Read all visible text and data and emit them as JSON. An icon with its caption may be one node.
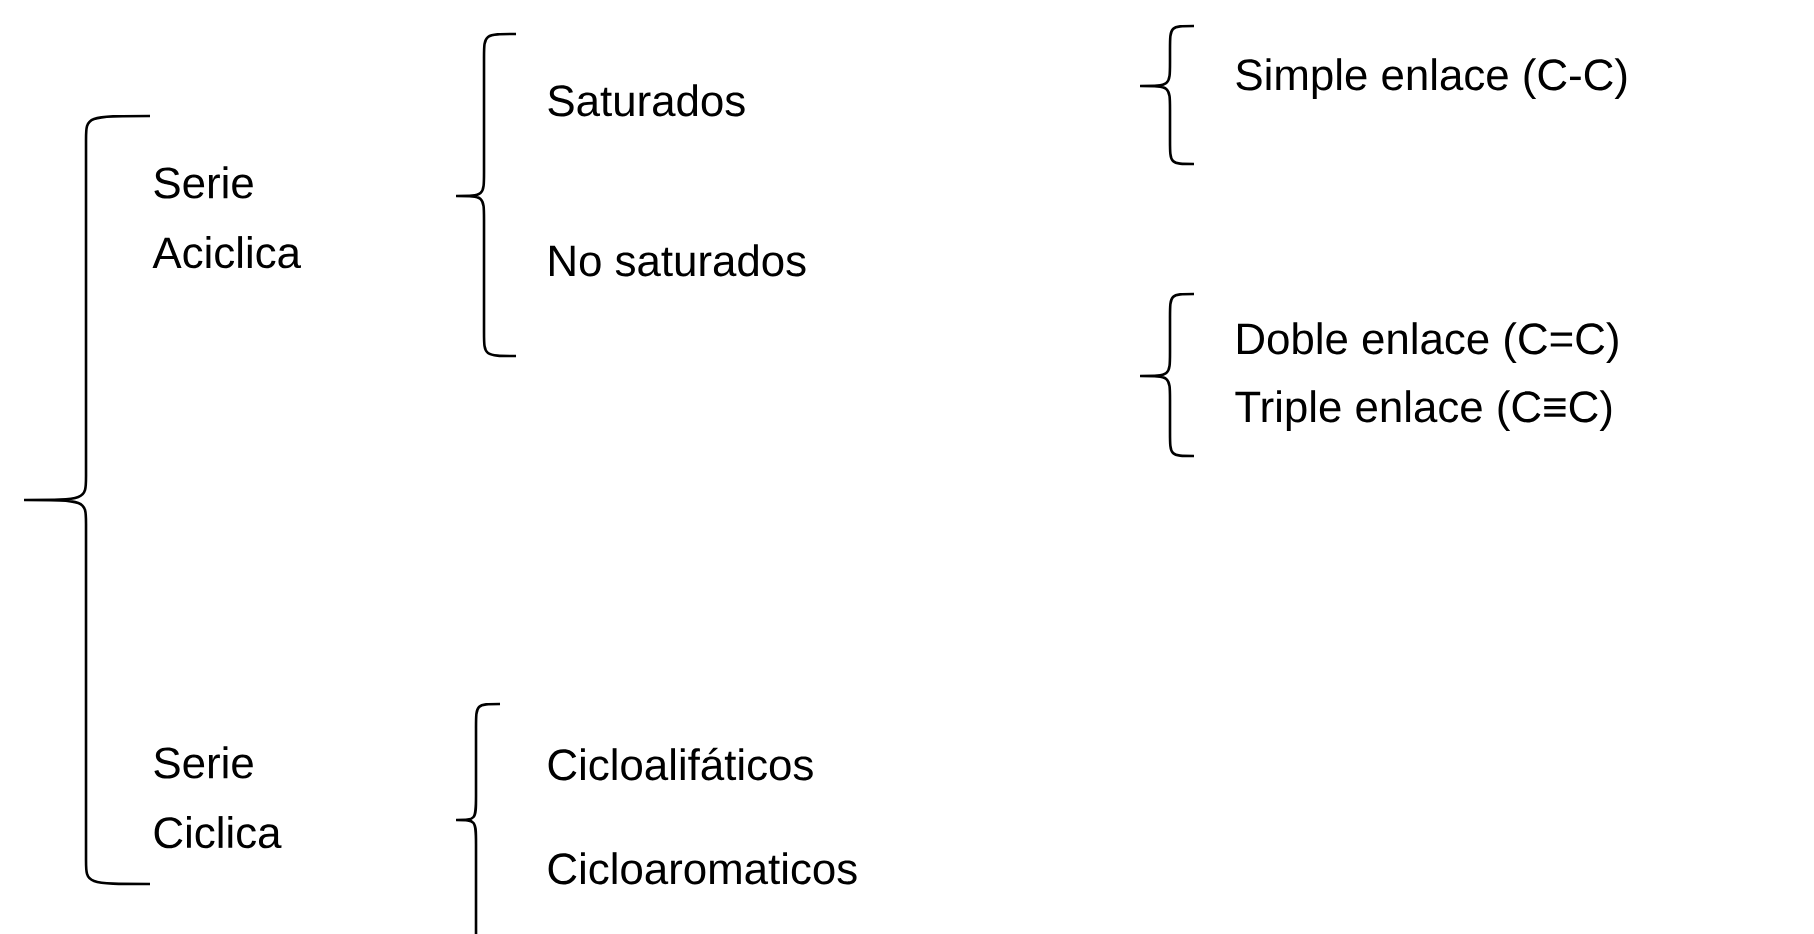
{
  "diagram": {
    "labels": [
      "Saturados",
      "Simple enlace (C-C)",
      "Serie Aciclica",
      "No saturados",
      "Doble enlace (C=C)",
      "Triple enlace (C≡C)",
      "Serie Ciclica",
      "Cicloalifáticos",
      "Cicloaromaticos"
    ]
  }
}
